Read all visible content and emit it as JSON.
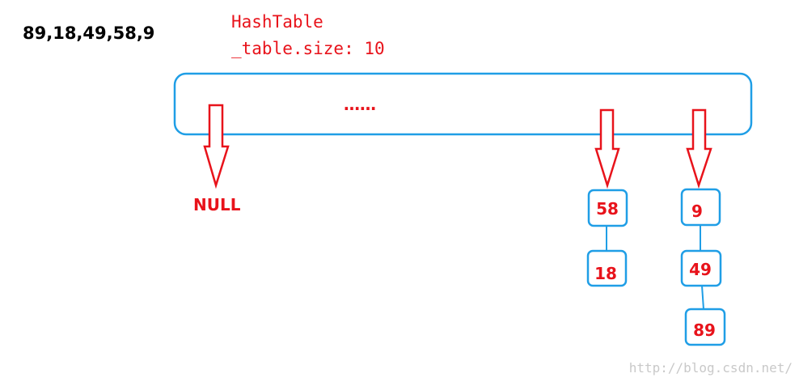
{
  "input_sequence": "89,18,49,58,9",
  "title": "HashTable",
  "size_label": "_table.size: 10",
  "ellipsis": "……",
  "null_label": "NULL",
  "buckets": [
    {
      "nodes": [
        "58",
        "18"
      ]
    },
    {
      "nodes": [
        "9",
        "49",
        "89"
      ]
    }
  ],
  "watermark": "http://blog.csdn.net/",
  "colors": {
    "accent_blue": "#1f9ee6",
    "text_red": "#e8131b",
    "text_black": "#000000"
  }
}
